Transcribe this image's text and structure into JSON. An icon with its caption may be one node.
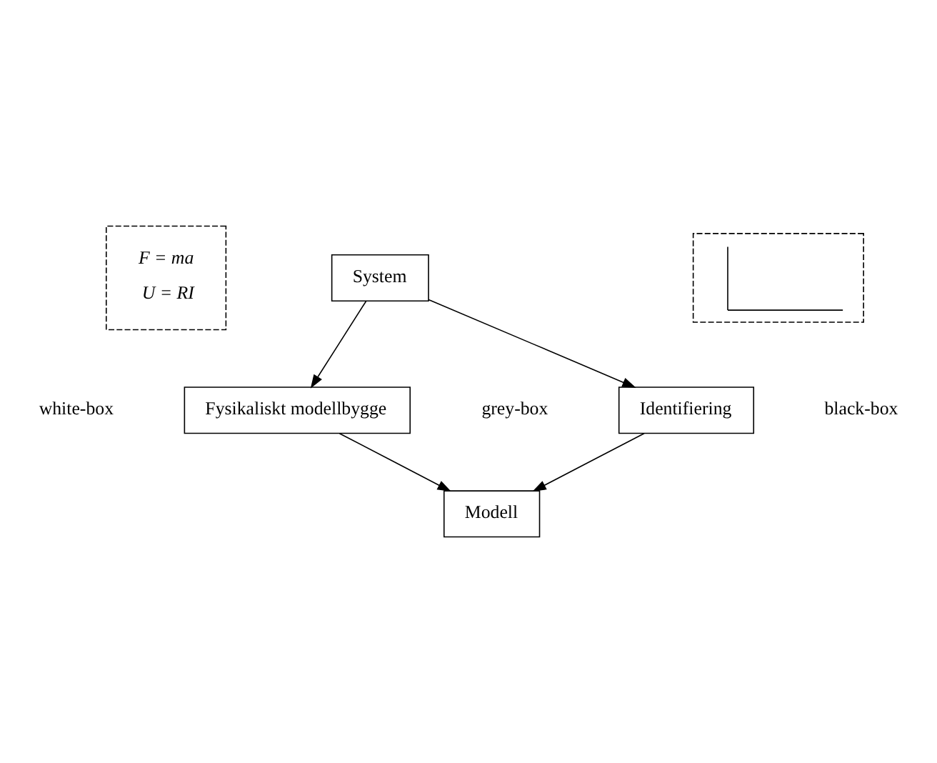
{
  "diagram": {
    "nodes": [
      {
        "text": [
          "System"
        ]
      },
      {
        "text": [
          "F = ma",
          "U = RI"
        ]
      },
      {
        "text": [],
        "shape": "picture"
      },
      {
        "text": [
          "Fysikaliskt modellbygge"
        ]
      },
      {
        "text": [
          "Identifiering"
        ]
      },
      {
        "text": [
          "Modell"
        ]
      }
    ],
    "edges": [
      {
        "from": 0,
        "to": 3,
        "arrow": "to"
      },
      {
        "from": 0,
        "to": 4,
        "arrow": "to"
      },
      {
        "from": 3,
        "to": 5,
        "arrow": "to"
      },
      {
        "from": 4,
        "to": 5,
        "arrow": "to"
      }
    ],
    "labels": [
      "white-box",
      "black-box",
      "grey-box"
    ]
  }
}
